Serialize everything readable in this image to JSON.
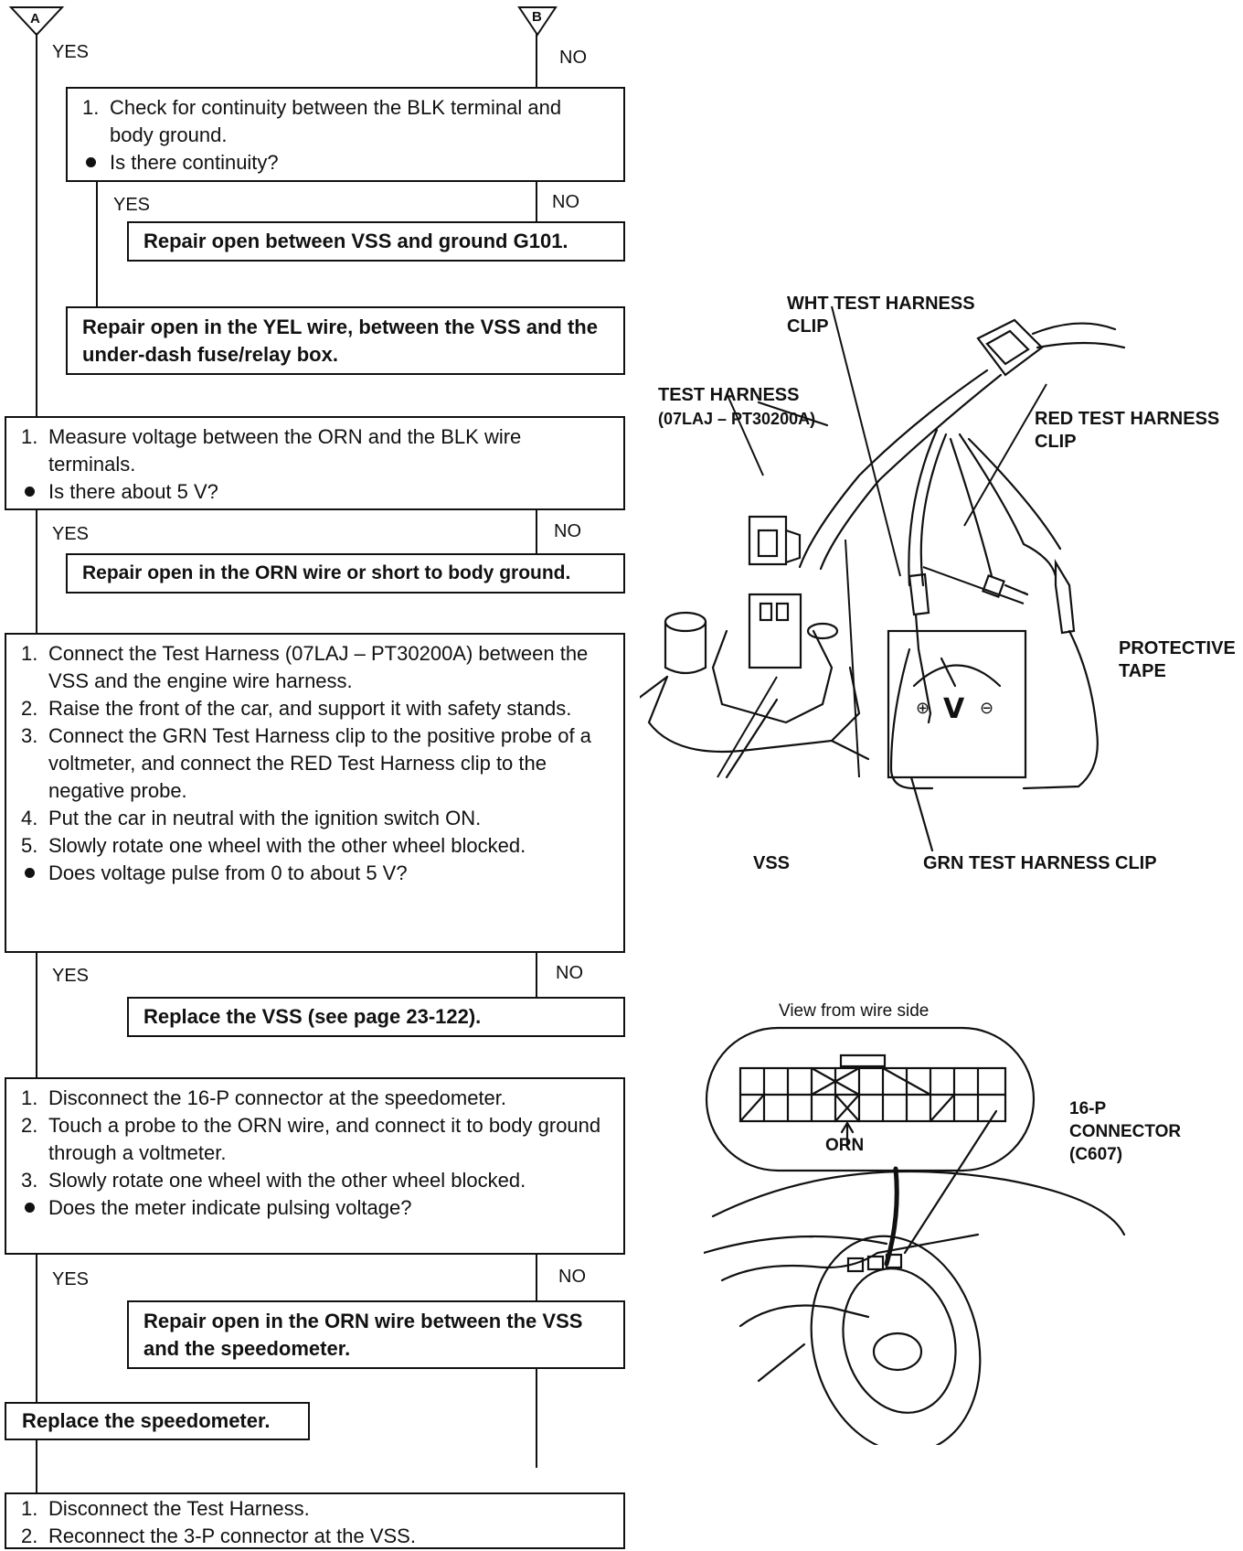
{
  "flags": {
    "a": "A",
    "b": "B"
  },
  "answers": {
    "yes": "YES",
    "no": "NO"
  },
  "steps": {
    "blk_check": {
      "items": [
        "Check for continuity between the BLK terminal and body ground."
      ],
      "question": "Is there continuity?"
    },
    "g101_repair": "Repair open between VSS and ground G101.",
    "yel_repair": "Repair open in the YEL wire, between the VSS and the under-dash fuse/relay box.",
    "orn_voltage": {
      "items": [
        "Measure voltage between the ORN and the BLK wire terminals."
      ],
      "question": "Is there about 5 V?"
    },
    "orn_repair": "Repair open in the ORN wire or short to body ground.",
    "harness_test": {
      "items": [
        "Connect the Test Harness (07LAJ – PT30200A) between the VSS and the engine wire harness.",
        "Raise the front of the car, and support it with safety stands.",
        "Connect the GRN Test Harness clip to the positive probe of a voltmeter, and connect the RED Test Harness clip to the negative probe.",
        "Put the car in neutral with the ignition switch ON.",
        "Slowly rotate one wheel with the other wheel blocked."
      ],
      "question": "Does voltage pulse from 0 to about 5 V?"
    },
    "vss_replace": "Replace the VSS (see page 23-122).",
    "speedo_test": {
      "items": [
        "Disconnect the 16-P connector at the speedometer.",
        "Touch a probe to the ORN wire, and connect it to body ground through a voltmeter.",
        "Slowly rotate one wheel with the other wheel blocked."
      ],
      "question": "Does the meter indicate pulsing voltage?"
    },
    "orn_speedo_repair": "Repair open in the ORN wire between the VSS and the speedometer.",
    "speedo_replace": "Replace the speedometer.",
    "final": {
      "items": [
        "Disconnect the Test Harness.",
        "Reconnect the 3-P connector at the VSS."
      ]
    }
  },
  "illustration_top": {
    "wht_clip": "WHT TEST HARNESS CLIP",
    "test_harness": "TEST HARNESS",
    "test_harness_part": "(07LAJ – PT30200A)",
    "red_clip": "RED TEST HARNESS CLIP",
    "protective_tape": "PROTECTIVE TAPE",
    "vss": "VSS",
    "grn_clip": "GRN TEST HARNESS CLIP"
  },
  "illustration_bottom": {
    "view": "View from wire side",
    "orn": "ORN",
    "connector": "16-P CONNECTOR",
    "connector_code": "(C607)"
  }
}
